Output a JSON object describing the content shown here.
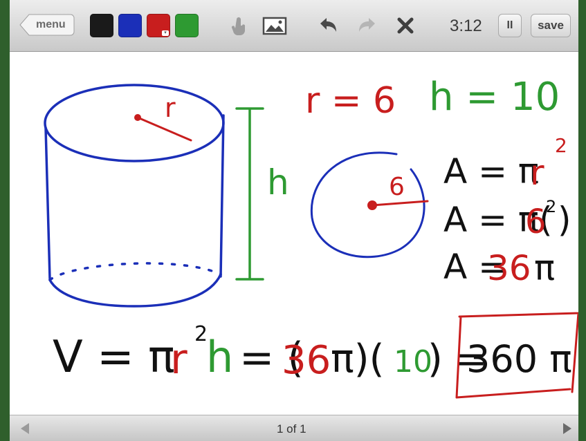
{
  "toolbar": {
    "menu_label": "menu",
    "swatches": [
      {
        "name": "black",
        "color": "#1a1a1a"
      },
      {
        "name": "blue",
        "color": "#1b2fb8"
      },
      {
        "name": "red",
        "color": "#c81e1e",
        "selected": true
      },
      {
        "name": "green",
        "color": "#2e9a32"
      }
    ],
    "tools": [
      "hand-pointer-icon",
      "image-icon",
      "undo-icon",
      "redo-icon",
      "clear-icon"
    ],
    "timer": "3:12",
    "pause_label": "II",
    "save_label": "save"
  },
  "canvas": {
    "colors": {
      "ink": "#111111",
      "red": "#c81e1e",
      "green": "#2e9a32",
      "blue": "#1b2fb8"
    },
    "texts": {
      "radius_label": "r",
      "height_label": "h",
      "r_eq": "r = 6",
      "h_eq": "h = 10",
      "circle_radius": "6",
      "area_line1_a": "A = π",
      "area_line1_r": "r",
      "area_line1_exp": "2",
      "area_line2_a": "A = π(",
      "area_line2_6": "6",
      "area_line2_exp": "2",
      "area_line2_close": ")",
      "area_line3_a": "A =",
      "area_line3_36": "36",
      "area_line3_pi": "π",
      "vol_v": "V = π",
      "vol_r": "r",
      "vol_r_exp": "2",
      "vol_h": "h",
      "vol_eq": "= (",
      "vol_36": "36",
      "vol_pi1": "π)(",
      "vol_10": "10",
      "vol_close": ") =",
      "vol_result": "360 π"
    }
  },
  "footer": {
    "page_indicator": "1 of 1"
  }
}
